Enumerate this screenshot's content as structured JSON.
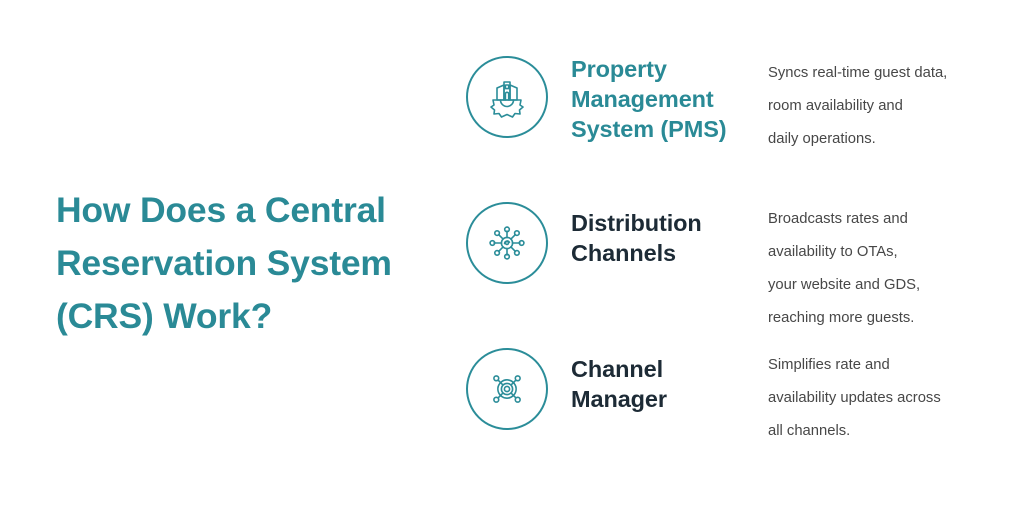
{
  "colors": {
    "teal": "#2a8a96",
    "ring": "#2b8d99",
    "navy": "#1d2b36",
    "body_text": "#474747",
    "background": "#ffffff"
  },
  "headline": {
    "full_text": "How Does a Central Reservation System (CRS) Work?",
    "lines": [
      "How Does a Central",
      "Reservation System",
      "(CRS) Work?"
    ]
  },
  "items": [
    {
      "icon": "building-gear-icon",
      "title_color": "teal",
      "title_lines": [
        "Property",
        "Management",
        "System (PMS)"
      ],
      "title_text": "Property Management System (PMS)",
      "desc_lines": [
        "Syncs real-time guest data,",
        "room availability and",
        "daily operations."
      ],
      "desc_text": "Syncs real-time guest data, room availability and daily operations."
    },
    {
      "icon": "network-hub-icon",
      "title_color": "navy",
      "title_lines": [
        "Distribution",
        "Channels"
      ],
      "title_text": "Distribution Channels",
      "desc_lines": [
        "Broadcasts rates and",
        "availability to OTAs,",
        "your website and GDS,",
        "reaching more guests."
      ],
      "desc_text": "Broadcasts rates and availability to OTAs, your website and GDS, reaching more guests."
    },
    {
      "icon": "target-spokes-icon",
      "title_color": "navy",
      "title_lines": [
        "Channel",
        "Manager"
      ],
      "title_text": "Channel Manager",
      "desc_lines": [
        "Simplifies rate and",
        "availability updates across",
        "all channels."
      ],
      "desc_text": "Simplifies rate and availability updates across all channels."
    }
  ]
}
